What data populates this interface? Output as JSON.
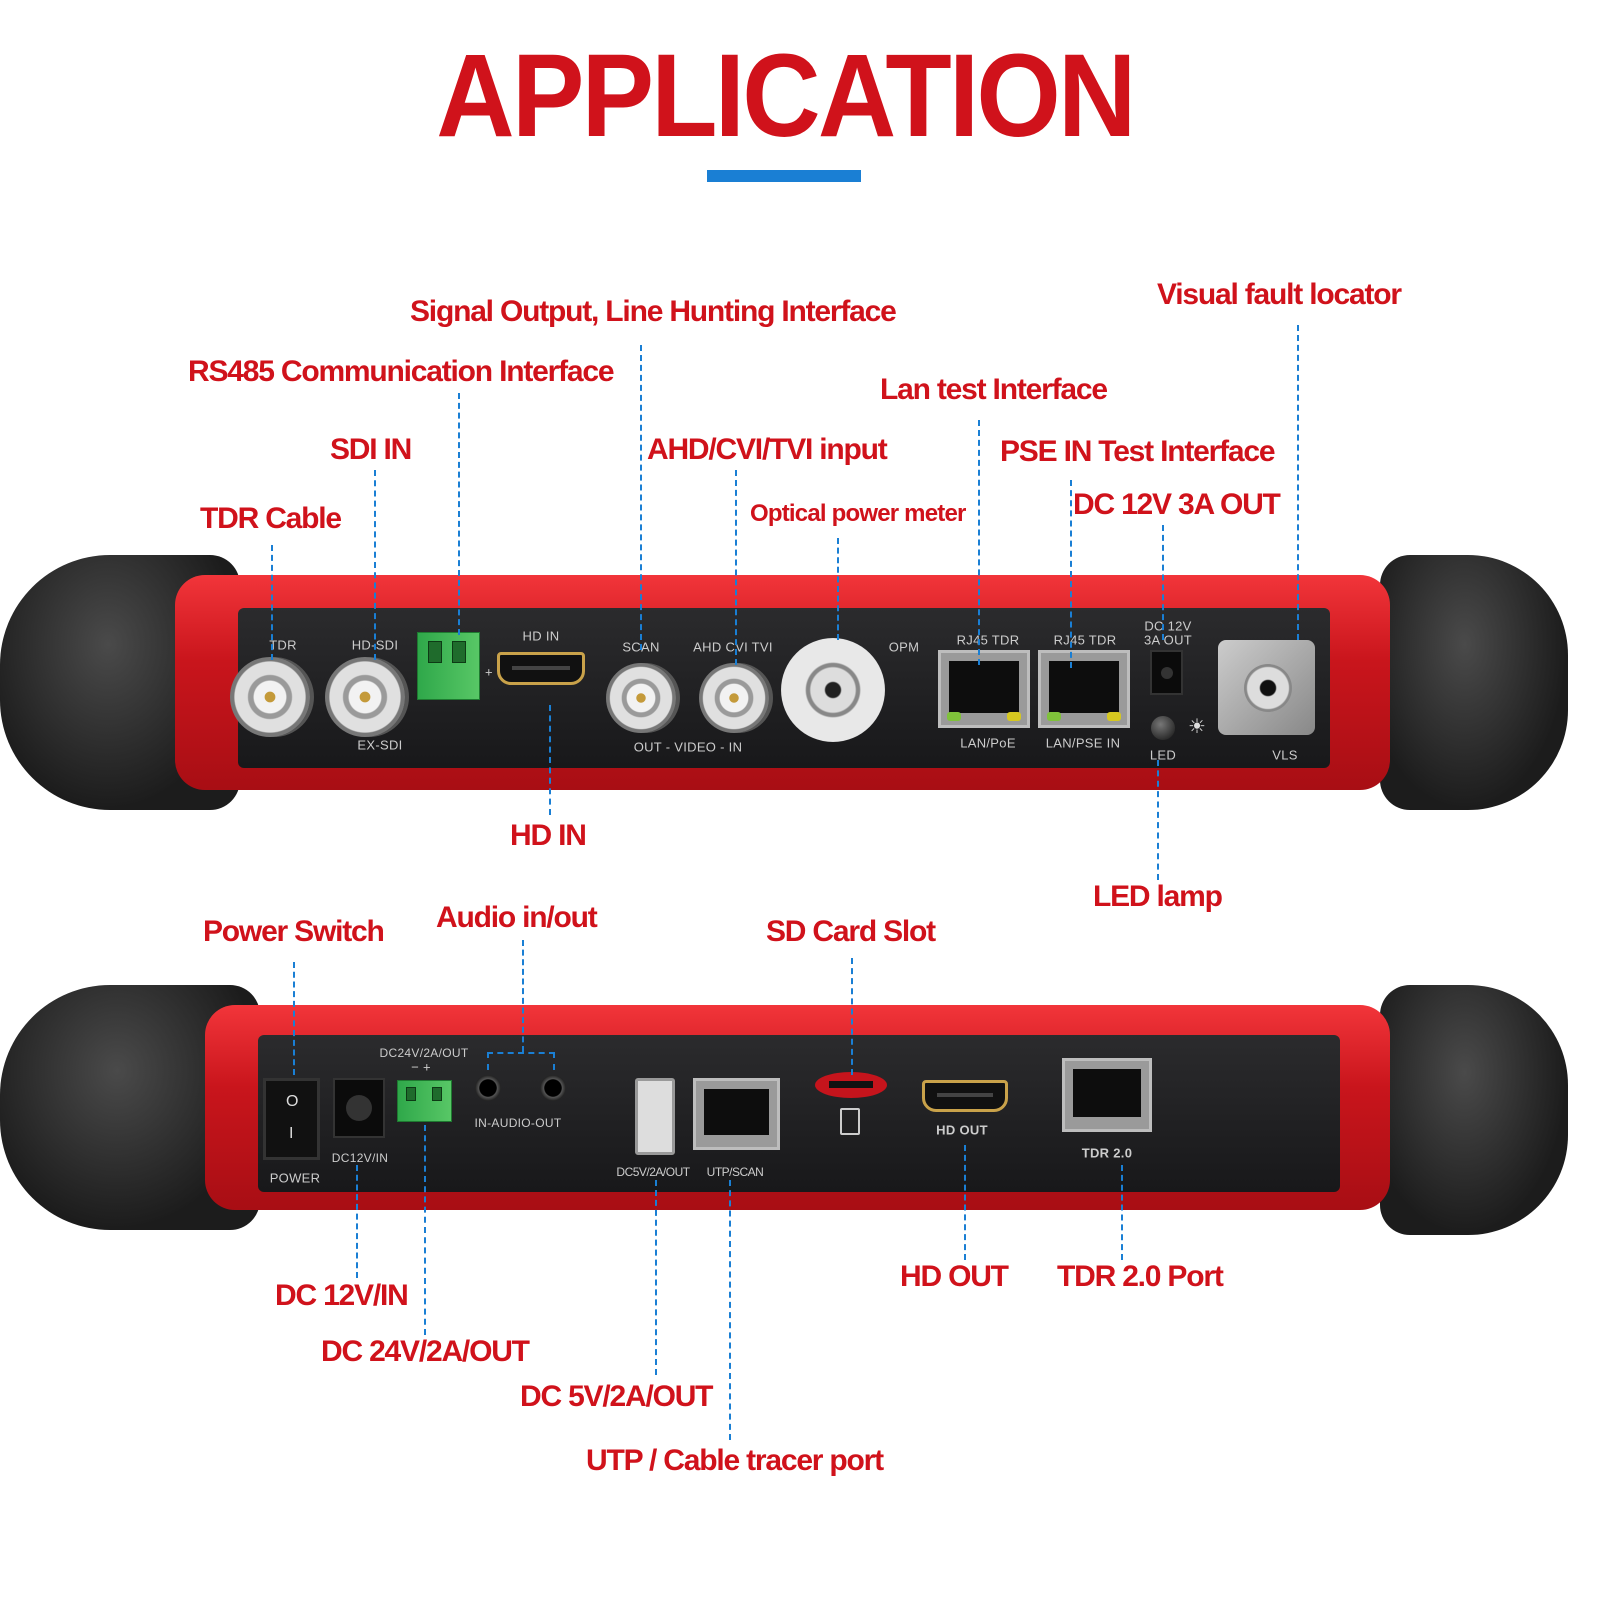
{
  "title": "APPLICATION",
  "colors": {
    "label": "#d0121b",
    "leader": "#1a7fd4"
  },
  "top_callouts": {
    "visual_fault_locator": "Visual fault locator",
    "signal_output": "Signal Output, Line Hunting Interface",
    "rs485": "RS485 Communication Interface",
    "lan_test": "Lan test Interface",
    "sdi_in": "SDI IN",
    "ahd_input": "AHD/CVI/TVI input",
    "pse_in": "PSE IN Test Interface",
    "dc12v_out": "DC 12V 3A OUT",
    "tdr_cable": "TDR Cable",
    "optical_power_meter": "Optical power meter",
    "hd_in": "HD IN",
    "led_lamp": "LED lamp"
  },
  "bottom_callouts": {
    "power_switch": "Power Switch",
    "audio": "Audio in/out",
    "sd_card": "SD Card Slot",
    "dc12v_in": "DC 12V/IN",
    "dc24v_out": "DC 24V/2A/OUT",
    "dc5v_out": "DC 5V/2A/OUT",
    "utp": "UTP / Cable tracer port",
    "hd_out": "HD OUT",
    "tdr2": "TDR 2.0 Port"
  },
  "top_panel": {
    "tdr": "TDR",
    "hd_sdi": "HD-SDI",
    "ex_sdi": "EX-SDI",
    "hd_in": "HD IN",
    "plus": "+",
    "scan": "SCAN",
    "ahd": "AHD  CVI  TVI",
    "video": "OUT - VIDEO - IN",
    "opm": "OPM",
    "rj45_1": "RJ45 TDR",
    "rj45_2": "RJ45 TDR",
    "lan_poe": "LAN/PoE",
    "lan_pse": "LAN/PSE IN",
    "dc_line1": "DC 12V",
    "dc_line2": "3A OUT",
    "led": "LED",
    "vls": "VLS"
  },
  "bottom_panel": {
    "power": "POWER",
    "switch_on": "O",
    "switch_off": "I",
    "dc12v_in": "DC12V/IN",
    "dc24v": "DC24V/2A/OUT",
    "polarity": "−    +",
    "audio": "IN-AUDIO-OUT",
    "dc5v": "DC5V/2A/OUT",
    "utp": "UTP/SCAN",
    "hd_out": "HD OUT",
    "tdr2": "TDR 2.0"
  }
}
